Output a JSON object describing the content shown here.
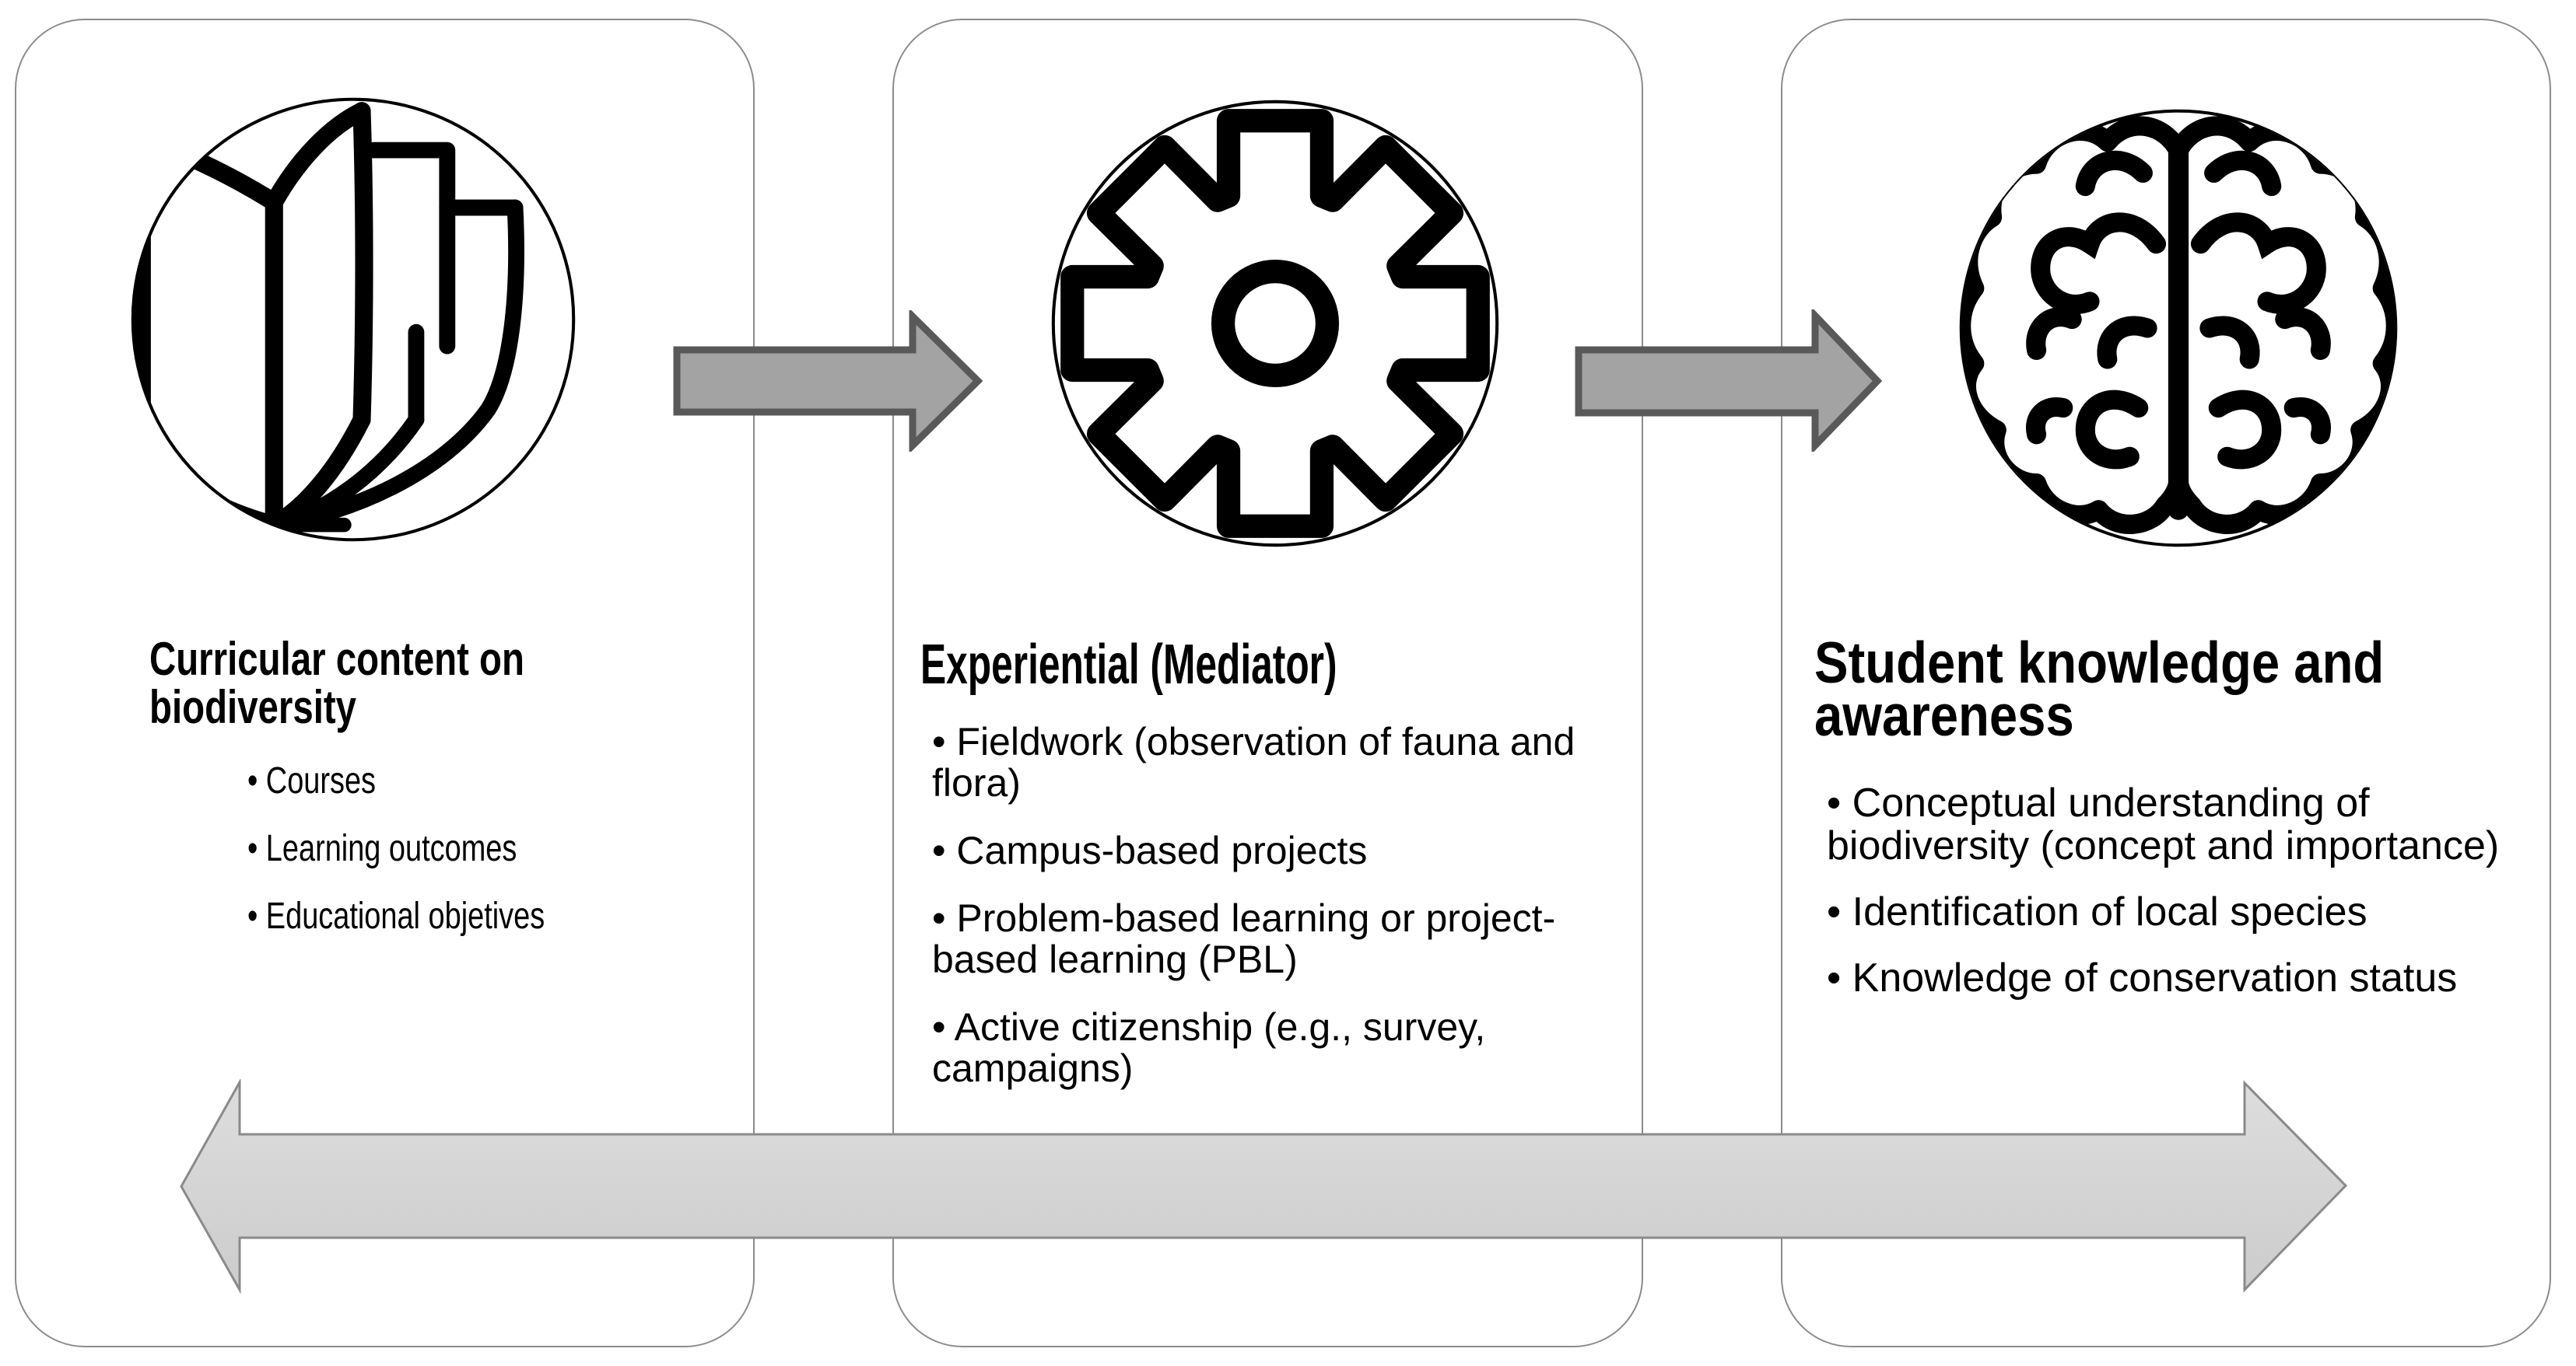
{
  "figure": {
    "type": "three-stage flow diagram with feedback span arrow",
    "cards": [
      {
        "icon": "open-book-icon",
        "title": "Curricular content on biodiversity",
        "bullets": [
          "• Courses",
          "• Learning outcomes",
          "• Educational objetives"
        ]
      },
      {
        "icon": "gear-icon",
        "title": "Experiential (Mediator)",
        "bullets": [
          "• Fieldwork (observation of fauna and flora)",
          "• Campus-based projects",
          "• Problem-based learning or project-based learning (PBL)",
          "• Active citizenship (e.g., survey, campaigns)"
        ]
      },
      {
        "icon": "brain-icon",
        "title": "Student knowledge and awareness",
        "bullets": [
          "• Conceptual understanding of biodiversity (concept and importance)",
          "• Identification of local species",
          "• Knowledge of conservation status"
        ]
      }
    ],
    "connectors": {
      "between_cards": "right-pointing block arrows",
      "bottom": "double-headed horizontal block arrow spanning all three cards"
    },
    "colors": {
      "card_border": "#8c8c8c",
      "icon_stroke": "#000000",
      "flow_arrow_fill": "#a3a3a3",
      "flow_arrow_border": "#595959",
      "span_arrow_fill_top": "#dddddd",
      "span_arrow_fill_bottom": "#cccccc",
      "span_arrow_border": "#8a8a8a"
    }
  }
}
